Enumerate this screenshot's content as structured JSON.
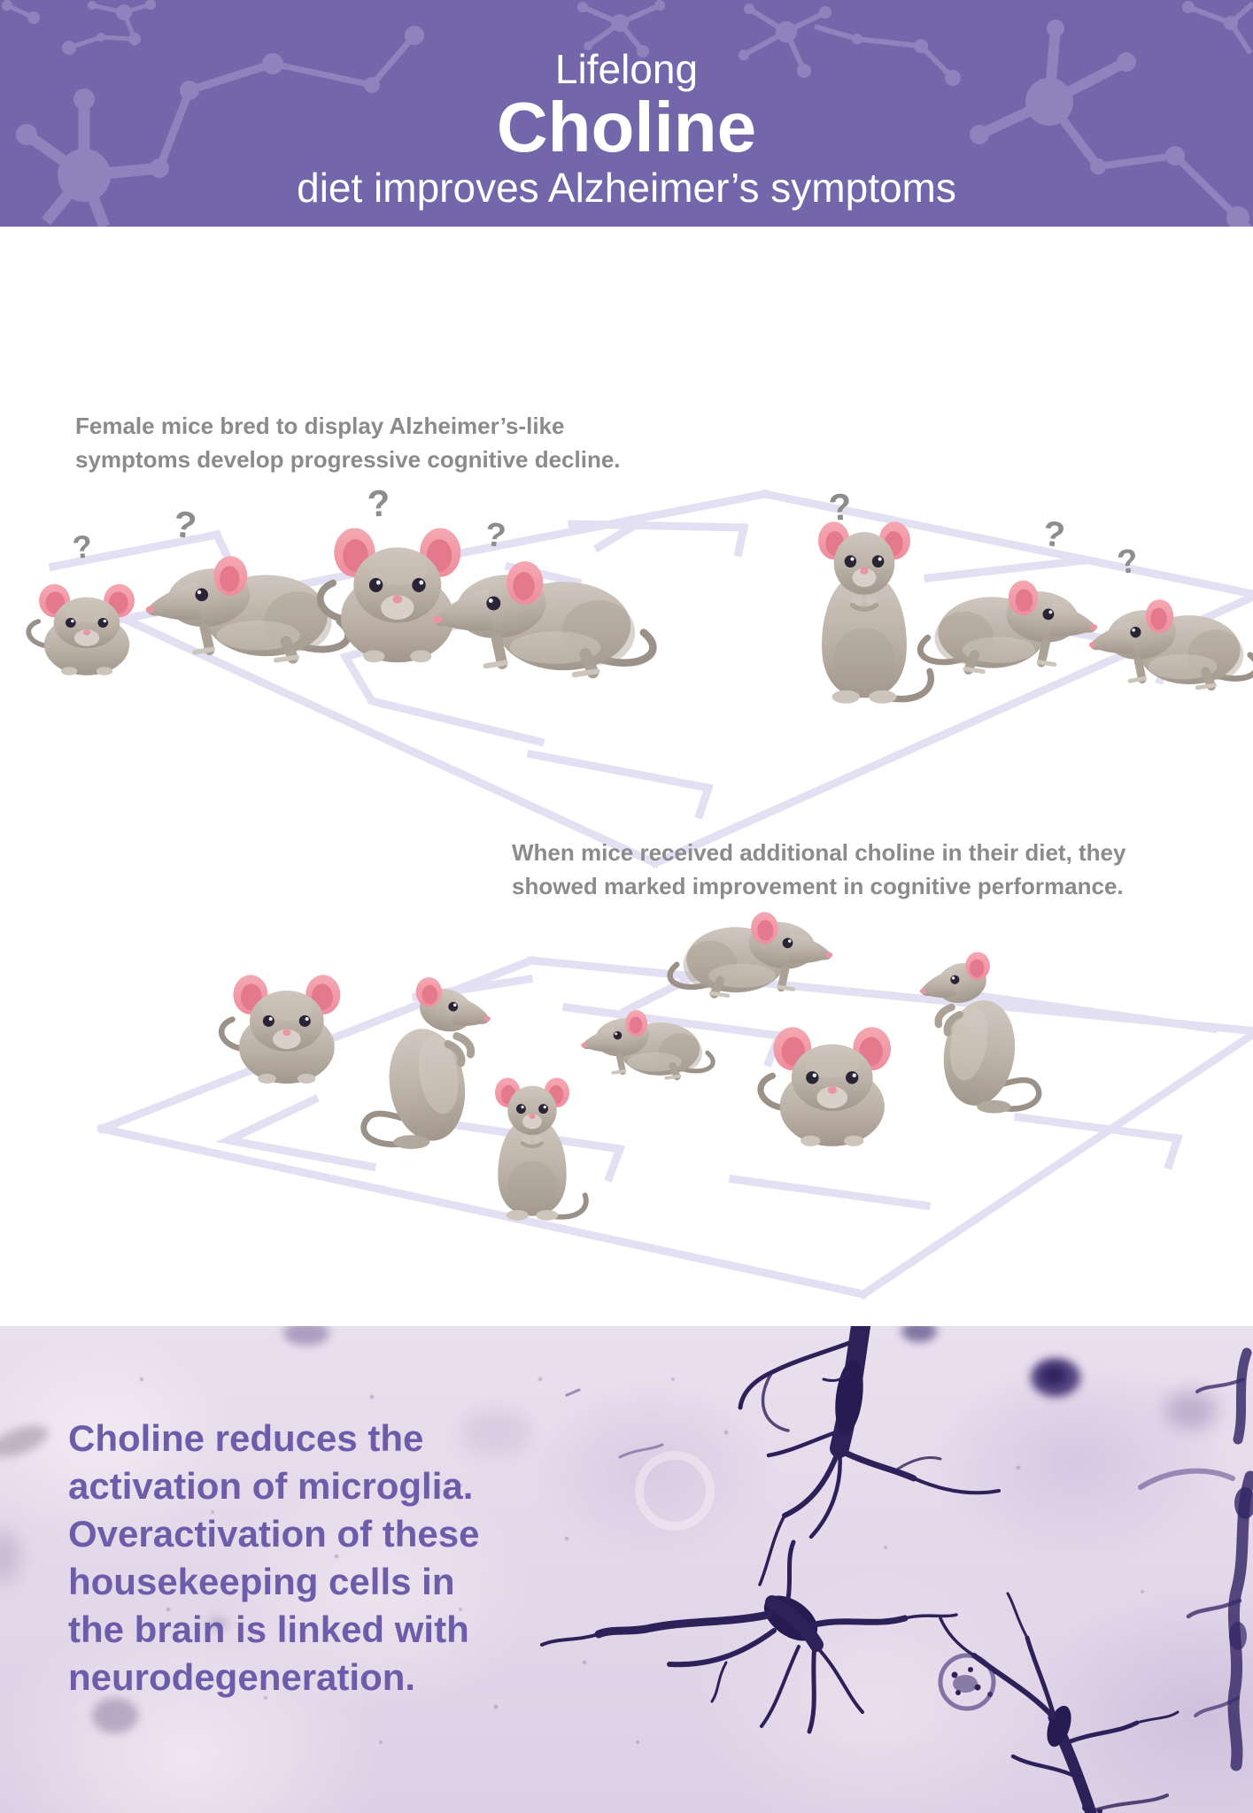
{
  "infographic": {
    "header": {
      "title_top": "Lifelong",
      "title_main": "Choline",
      "title_bottom": "diet improves Alzheimer’s symptoms"
    },
    "scene_untreated": {
      "caption_text": "Female mice bred to display Alzheimer’s-like symptoms develop progressive cognitive decline.",
      "caption_lines": [
        "Female mice bred to display Alzheimer’s-like",
        "symptoms develop progressive cognitive decline."
      ],
      "mice_count": 7,
      "confused_marker": "?"
    },
    "scene_treated": {
      "caption_text": "When mice received additional choline in their diet, they showed marked improvement in cognitive performance.",
      "caption_lines": [
        "When mice received additional choline in their diet, they",
        "showed marked improvement in cognitive performance."
      ],
      "mice_count": 7
    },
    "photo_panel": {
      "caption_text": "Choline reduces the activation of microglia. Overactivation of these housekeeping cells in the brain is linked with neurodegeneration.",
      "caption_lines": [
        "Choline reduces the",
        "activation of microglia.",
        "Overactivation of these",
        "housekeeping cells in",
        "the brain is linked with",
        "neurodegeneration."
      ],
      "image_subject": "microscopy of purple-stained microglia in brain tissue"
    },
    "colors": {
      "header_background": "#7466ab",
      "header_molecules": "#8f83bd",
      "header_text": "#ffffff",
      "caption_gray": "#8b8b8e",
      "caption_purple": "#6b5da9",
      "maze_lines": "#e2e0f2",
      "mouse_body": "#bcb1a7",
      "mouse_ear": "#f2a0ac",
      "question_mark": "#8d8d90",
      "microglia_stain": "#2c2159",
      "photo_background": "#e4dbe9"
    }
  }
}
